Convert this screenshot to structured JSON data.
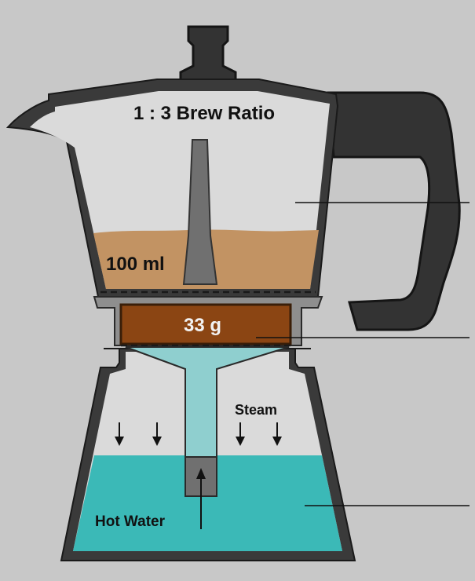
{
  "labels": {
    "brew_ratio": "1 : 3 Brew Ratio",
    "coffee_volume": "100 ml",
    "grounds_mass": "33 g",
    "steam": "Steam",
    "hot_water": "Hot Water"
  },
  "colors": {
    "background": "#c8c8c8",
    "chamber_glass": "#dadada",
    "outline": "#2c2c2c",
    "handle": "#333333",
    "brewed_coffee": "#c29363",
    "coffee_grounds": "#8b4513",
    "water": "#3bb9b7",
    "funnel": "#8fcfcf",
    "center_post": "#707070",
    "metal_ring": "#8e8e8e"
  }
}
